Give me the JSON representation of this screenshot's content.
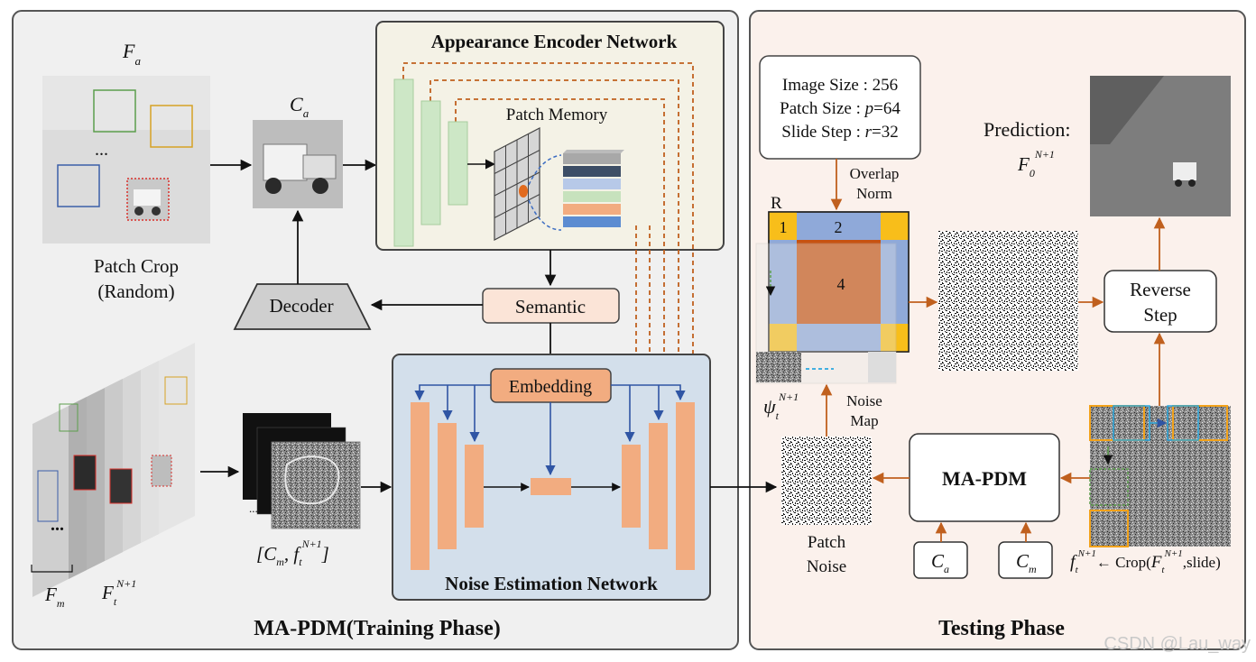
{
  "panels": {
    "training_title": "MA-PDM(Training Phase)",
    "testing_title": "Testing Phase"
  },
  "training": {
    "fa_label": "F",
    "fa_sub": "a",
    "patch_crop_line1": "Patch Crop",
    "patch_crop_line2": "(Random)",
    "ca_label": "C",
    "ca_sub": "a",
    "ellipsis": "...",
    "appearance_encoder_title": "Appearance Encoder Network",
    "patch_memory": "Patch Memory",
    "semantic": "Semantic",
    "decoder": "Decoder",
    "embedding": "Embedding",
    "noise_estimation_title": "Noise Estimation Network",
    "fm_label": "F",
    "fm_sub": "m",
    "ft_label": "F",
    "ft_sub": "t",
    "ft_sup": "N+1",
    "pair_c": "C",
    "pair_c_sub": "m",
    "pair_f": "f",
    "pair_f_sub": "t",
    "pair_f_sup": "N+1"
  },
  "testing": {
    "config_line1": "Image Size : 256",
    "config_line2_a": "Patch Size : ",
    "config_line2_b": "p",
    "config_line2_c": "=64",
    "config_line3_a": "Slide Step : ",
    "config_line3_b": "r",
    "config_line3_c": "=32",
    "overlap_line1": "Overlap",
    "overlap_line2": "Norm",
    "r_label": "R",
    "region1": "1",
    "region2": "2",
    "region4": "4",
    "prediction": "Prediction:",
    "pred_label": "F",
    "pred_sub": "0",
    "pred_sup": "N+1",
    "reverse_line1": "Reverse",
    "reverse_line2": "Step",
    "psi_label": "ψ",
    "psi_sub": "t",
    "psi_sup": "N+1",
    "noise_map_line1": "Noise",
    "noise_map_line2": "Map",
    "ma_pdm": "MA-PDM",
    "patch_noise_line1": "Patch",
    "patch_noise_line2": "Noise",
    "cond_a": "C",
    "cond_a_sub": "a",
    "cond_m": "C",
    "cond_m_sub": "m",
    "crop_f": "f",
    "crop_f_sub": "t",
    "crop_f_sup": "N+1",
    "crop_text": "← Crop(",
    "crop_F": "F",
    "crop_F_sub": "t",
    "crop_F_sup": "N+1",
    "crop_end": ",slide)"
  },
  "watermark": "CSDN @Lau_way",
  "colors": {
    "orange": "#f2ac80",
    "dark_orange": "#c0601e",
    "green": "#cde7c6",
    "blue_arrow": "#2f55a4",
    "region_blue": "#8fa9d9",
    "region_yellow": "#f8be1a",
    "region_center": "#c75211"
  }
}
